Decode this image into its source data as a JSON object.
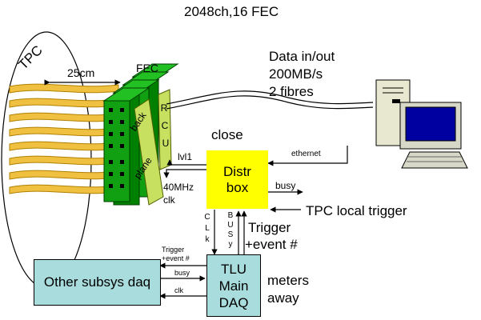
{
  "header": {
    "channels": "2048ch,16 FEC"
  },
  "tpc": {
    "label": "TPC",
    "length_label": "25cm"
  },
  "fec": {
    "label": "FEC",
    "backplane_top": "back",
    "backplane_bottom": "plane",
    "rcu_letters": [
      "R",
      "C",
      "U"
    ]
  },
  "data_link": {
    "line1": "Data in/out",
    "line2": "200MB/s",
    "line3": "2 fibres"
  },
  "close_label": "close",
  "ethernet_label": "ethernet",
  "signals": {
    "lvl1": "lvl1",
    "clock_freq": "40MHz",
    "clock": "clk"
  },
  "distr_box": {
    "line1": "Distr",
    "line2": "box",
    "color": "#ffff00"
  },
  "busy_out": "busy",
  "tpc_trigger": "TPC local trigger",
  "vertical_clk": [
    "C",
    "L",
    "k"
  ],
  "vertical_busy": [
    "B",
    "U",
    "S",
    "y"
  ],
  "trigger_event": {
    "line1": "Trigger",
    "line2": "+event #"
  },
  "tlu_box": {
    "line1": "TLU",
    "line2": "Main",
    "line3": "DAQ",
    "color": "#a9dcdc"
  },
  "meters_away": {
    "line1": "meters",
    "line2": "away"
  },
  "other_box": {
    "label": "Other subsys daq",
    "color": "#a9dcdc"
  },
  "small_signals": {
    "trigger1": "Trigger",
    "trigger2": "+event #",
    "busy": "busy",
    "clk": "clk"
  },
  "colors": {
    "cable_fill": "#f0c040",
    "cable_stroke": "#b08000",
    "fec_dark": "#008000",
    "fec_light": "#22c022",
    "rcu_board": "#c8e060"
  }
}
